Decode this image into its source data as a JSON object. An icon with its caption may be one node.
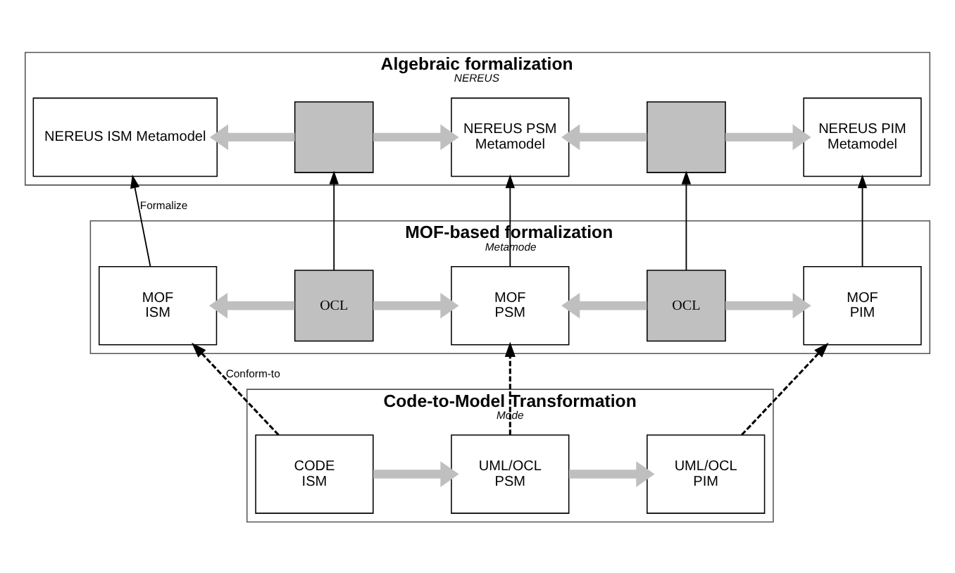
{
  "diagram": {
    "nodes": [
      {
        "text": [
          "Algebraic formalization",
          "NEREUS"
        ]
      },
      {
        "text": [
          "NEREUS ISM Metamodel"
        ],
        "in": 0
      },
      {
        "text": [],
        "shape": "box",
        "in": 0
      },
      {
        "text": [
          "NEREUS PSM",
          "Metamodel"
        ],
        "in": 0
      },
      {
        "text": [],
        "shape": "box",
        "in": 0
      },
      {
        "text": [
          "NEREUS PIM",
          "Metamodel"
        ],
        "in": 0
      },
      {
        "text": [
          "MOF-based formalization",
          "Metamode"
        ]
      },
      {
        "text": [
          "MOF",
          "ISM"
        ],
        "in": 6
      },
      {
        "text": [
          "OCL"
        ],
        "in": 6
      },
      {
        "text": [
          "MOF",
          "PSM"
        ],
        "in": 6
      },
      {
        "text": [
          "OCL"
        ],
        "in": 6
      },
      {
        "text": [
          "MOF",
          "PIM"
        ],
        "in": 6
      },
      {
        "text": [
          "Code-to-Model Transformation",
          "Mode"
        ]
      },
      {
        "text": [
          "CODE",
          "ISM"
        ],
        "in": 12
      },
      {
        "text": [
          "UML/OCL",
          "PSM"
        ],
        "in": 12
      },
      {
        "text": [
          "UML/OCL",
          "PIM"
        ],
        "in": 12
      }
    ],
    "edges": [
      {
        "from": 2,
        "to": 1,
        "arrow": "to"
      },
      {
        "from": 2,
        "to": 3,
        "arrow": "to"
      },
      {
        "from": 4,
        "to": 3,
        "arrow": "to"
      },
      {
        "from": 4,
        "to": 5,
        "arrow": "to"
      },
      {
        "from": 8,
        "to": 7,
        "arrow": "to"
      },
      {
        "from": 8,
        "to": 9,
        "arrow": "to"
      },
      {
        "from": 10,
        "to": 9,
        "arrow": "to"
      },
      {
        "from": 10,
        "to": 11,
        "arrow": "to"
      },
      {
        "from": 7,
        "to": 1,
        "arrow": "to",
        "label": "Formalize",
        "color": "#000000"
      },
      {
        "from": 8,
        "to": 2,
        "arrow": "to",
        "color": "#000000"
      },
      {
        "from": 9,
        "to": 3,
        "arrow": "to",
        "color": "#000000"
      },
      {
        "from": 10,
        "to": 4,
        "arrow": "to",
        "color": "#000000"
      },
      {
        "from": 11,
        "to": 5,
        "arrow": "to",
        "color": "#000000"
      },
      {
        "from": 13,
        "to": 7,
        "arrow": "to",
        "style": "dashed",
        "label": "Conform-to",
        "color": "#000000"
      },
      {
        "from": 14,
        "to": 9,
        "arrow": "to",
        "style": "dashed",
        "color": "#000000"
      },
      {
        "from": 15,
        "to": 11,
        "arrow": "to",
        "style": "dashed",
        "color": "#000000"
      },
      {
        "from": 13,
        "to": 14,
        "arrow": "to"
      },
      {
        "from": 14,
        "to": 15,
        "arrow": "to"
      }
    ]
  }
}
